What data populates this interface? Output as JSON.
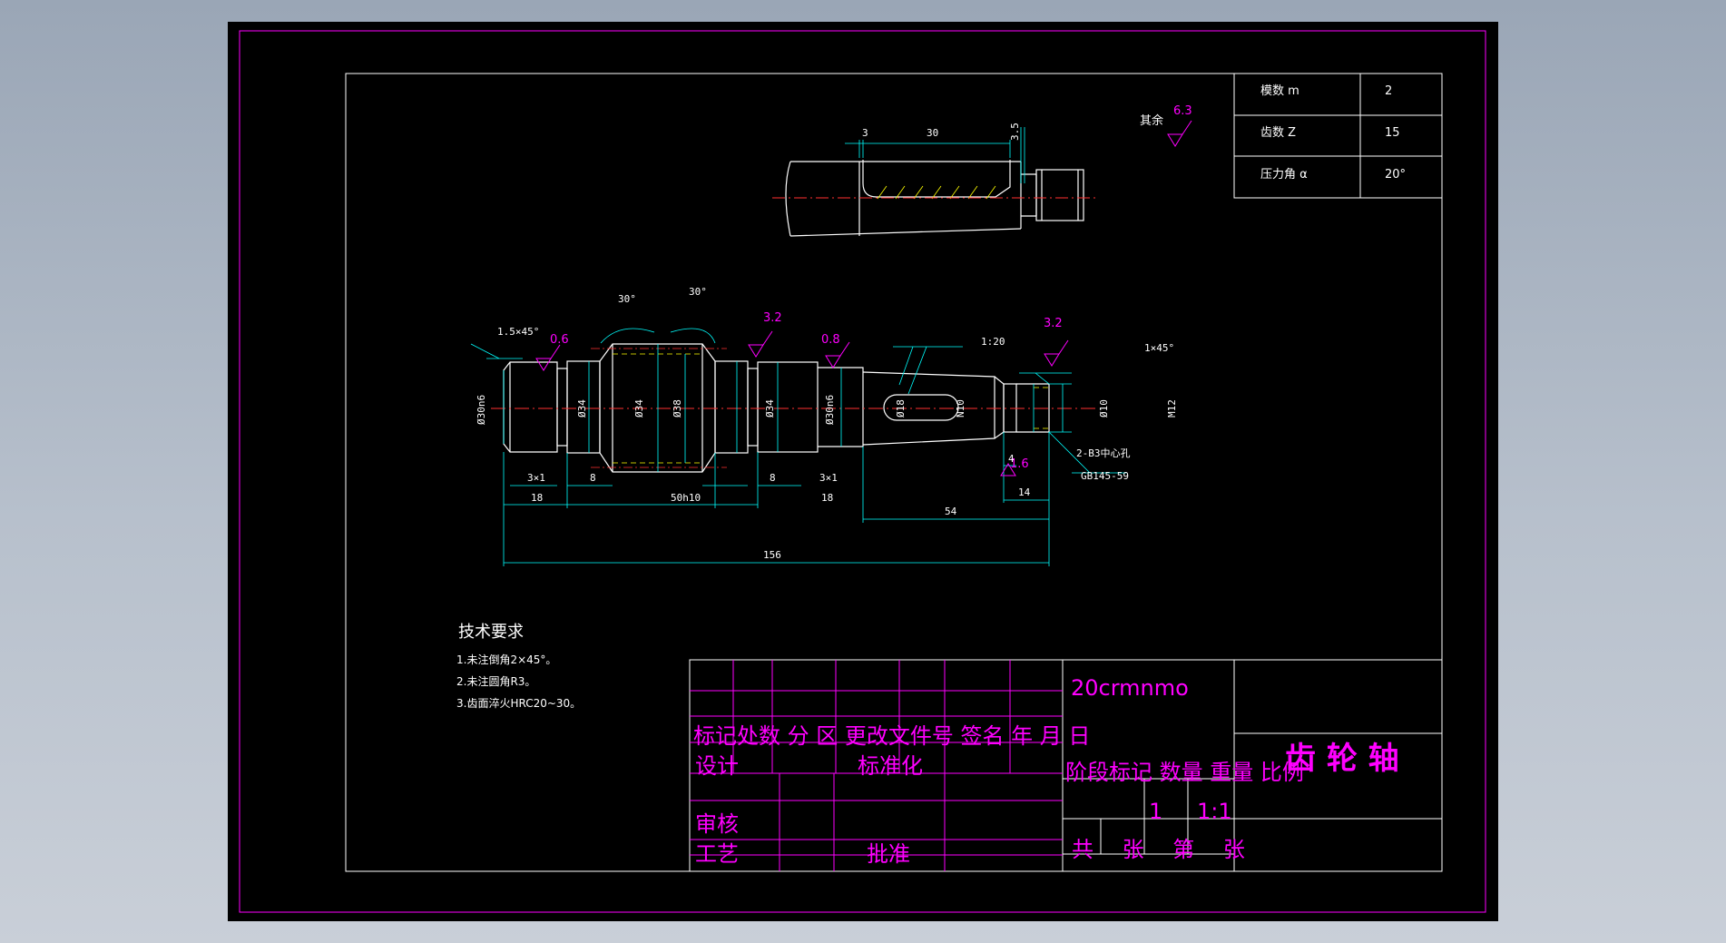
{
  "params_table": [
    {
      "label": "模数 m",
      "value": "2"
    },
    {
      "label": "齿数 Z",
      "value": "15"
    },
    {
      "label": "压力角 α",
      "value": "20°"
    }
  ],
  "roughness_rest": {
    "label": "其余",
    "value": "6.3"
  },
  "top_view_dims": {
    "d3": "3",
    "d30": "30",
    "d35": "3.5"
  },
  "main_dims": {
    "chamfer_left": "1.5×45°",
    "chamfer_right": "1×45°",
    "r06": "0.6",
    "r32a": "3.2",
    "r08": "0.8",
    "r32b": "3.2",
    "r16": "1.6",
    "angle1": "30°",
    "angle2": "30°",
    "taper": "1:20",
    "dia_left": "Ø30n6",
    "dia_34a": "Ø34",
    "dia_34b": "Ø34",
    "dia_38": "Ø38",
    "dia_34c": "Ø34",
    "dia_30n6": "Ø30n6",
    "dia_18": "Ø18",
    "dia_n10": "N10",
    "dia_10": "Ø10",
    "dia_m12": "M12",
    "g3x1a": "3×1",
    "g3x1b": "3×1",
    "d8a": "8",
    "d8b": "8",
    "d18a": "18",
    "d50": "50h10",
    "d18b": "18",
    "d4": "4",
    "d14": "14",
    "d54": "54",
    "d156": "156",
    "center_hole": "2-B3中心孔",
    "center_std": "GB145-59"
  },
  "tech_req": {
    "title": "技术要求",
    "items": [
      "1.未注倒角2×45°。",
      "2.未注圆角R3。",
      "3.齿面淬火HRC20~30。"
    ]
  },
  "title_block": {
    "material": "20crmnmo",
    "part_name": "齿 轮 轴",
    "header_row": "标记处数 分 区 更改文件号 签名 年 月 日",
    "design": "设计",
    "standardize": "标准化",
    "stage_row": "阶段标记 数量 重量 比例",
    "quantity": "1",
    "scale": "1:1",
    "review": "审核",
    "process": "工艺",
    "approve": "批准",
    "sheet_row": "共 张 第 张"
  },
  "colors": {
    "background": "#000000",
    "frame": "#ff00ff",
    "lines": "#ffffff",
    "dimension": "#00ffff",
    "center": "#ff3030",
    "hidden": "#ffff00"
  }
}
